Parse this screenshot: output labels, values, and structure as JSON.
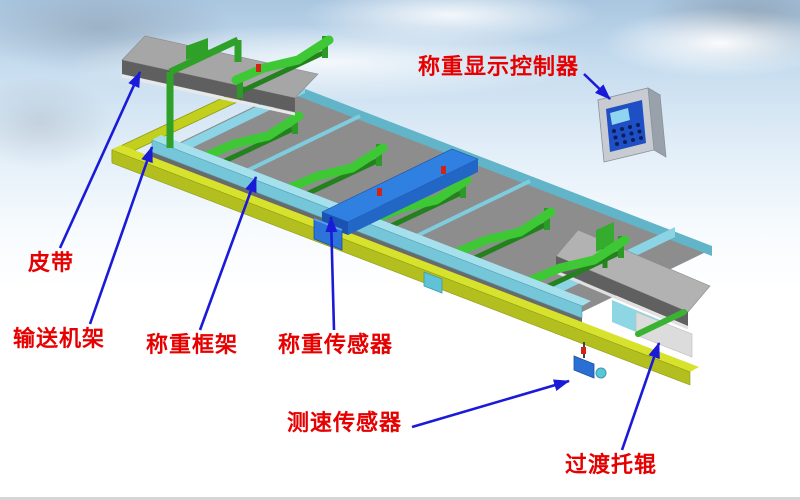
{
  "labels": {
    "controller": "称重显示控制器",
    "belt": "皮带",
    "conveyor_frame": "输送机架",
    "weighing_frame": "称重框架",
    "load_cell": "称重传感器",
    "speed_sensor": "测速传感器",
    "transition_idler": "过渡托辊"
  },
  "colors": {
    "label_text": "#e60000",
    "arrow_blue": "#1a1ad8",
    "frame_yellow": "#c3cf1d",
    "idler_green": "#3ec836",
    "weigh_frame_cyan": "#7fd0e2",
    "sensor_blue": "#2f80e0",
    "belt_gray": "#a6a6a6"
  }
}
